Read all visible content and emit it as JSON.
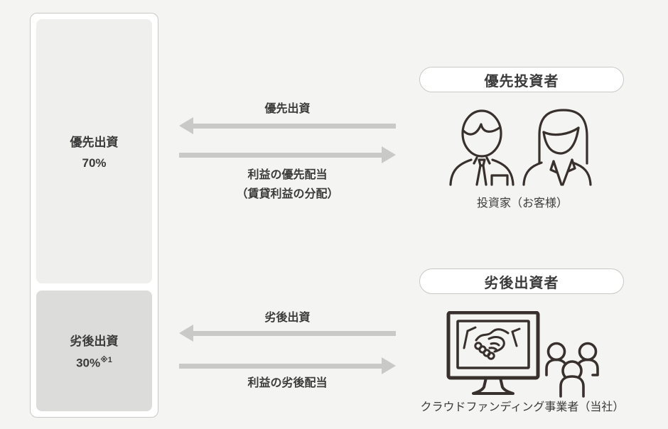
{
  "colors": {
    "page_bg": "#f4f4f2",
    "box_border": "#c9c9c7",
    "senior_fill": "#efefee",
    "subordinated_fill": "#dcdcdb",
    "arrow": "#c9c9c7",
    "text": "#3b3b3b",
    "icon_stroke": "#38302c",
    "pill_bg": "#ffffff"
  },
  "structure_box": {
    "senior": {
      "label": "優先出資",
      "value": "70%"
    },
    "subordinated": {
      "label": "劣後出資",
      "value": "30%",
      "note": "※1"
    }
  },
  "flows": {
    "senior_investment": "優先出資",
    "senior_dividend": "利益の優先配当",
    "senior_dividend_sub": "（賃貸利益の分配）",
    "subordinated_investment": "劣後出資",
    "subordinated_dividend": "利益の劣後配当"
  },
  "parties": {
    "senior": {
      "title": "優先投資者",
      "caption": "投資家（お客様）",
      "icon": "investors-icon"
    },
    "subordinated": {
      "title": "劣後出資者",
      "caption": "クラウドファンディング事業者（当社）",
      "icon": "crowdfunding-operator-icon"
    }
  }
}
